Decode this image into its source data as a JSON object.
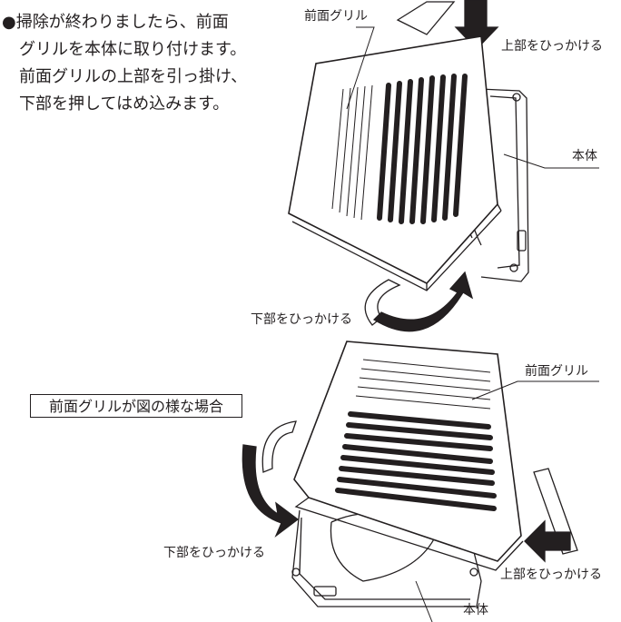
{
  "instructions": {
    "bullet": "●",
    "lines": [
      "掃除が終わりましたら、前面",
      "グリルを本体に取り付けます。",
      "前面グリルの上部を引っ掛け、",
      "下部を押してはめ込みます。"
    ]
  },
  "figure_top": {
    "label_grille": "前面グリル",
    "label_top_hook": "上部をひっかける",
    "label_body": "本体",
    "label_bottom_hook": "下部をひっかける"
  },
  "figure_bottom": {
    "note": "前面グリルが図の様な場合",
    "label_grille": "前面グリル",
    "label_bottom_hook": "下部をひっかける",
    "label_top_hook": "上部をひっかける",
    "label_body": "本体"
  },
  "colors": {
    "ink": "#231f20",
    "background": "#ffffff",
    "arrow": "#231f20"
  }
}
